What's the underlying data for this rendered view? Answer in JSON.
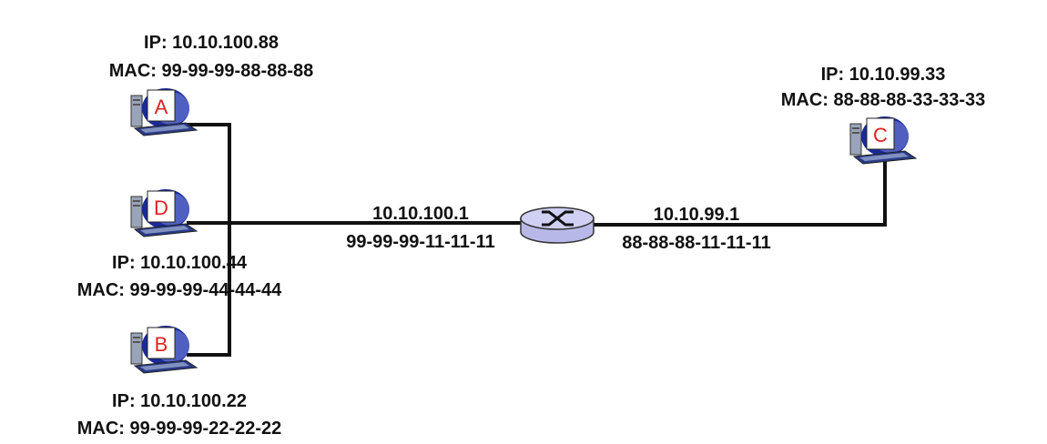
{
  "hosts": {
    "A": {
      "letter": "A",
      "ip": "IP: 10.10.100.88",
      "mac": "MAC: 99-99-99-88-88-88"
    },
    "D": {
      "letter": "D",
      "ip": "IP: 10.10.100.44",
      "mac": "MAC: 99-99-99-44-44-44"
    },
    "B": {
      "letter": "B",
      "ip": "IP: 10.10.100.22",
      "mac": "MAC: 99-99-99-22-22-22"
    },
    "C": {
      "letter": "C",
      "ip": "IP: 10.10.99.33",
      "mac": "MAC: 88-88-88-33-33-33"
    }
  },
  "router": {
    "left": {
      "ip": "10.10.100.1",
      "mac": "99-99-99-11-11-11"
    },
    "right": {
      "ip": "10.10.99.1",
      "mac": "88-88-88-11-11-11"
    }
  },
  "colors": {
    "line": "#111111",
    "router": "#c8c8f0",
    "monitor": "#1a2a9a",
    "letter": "#e02020"
  }
}
